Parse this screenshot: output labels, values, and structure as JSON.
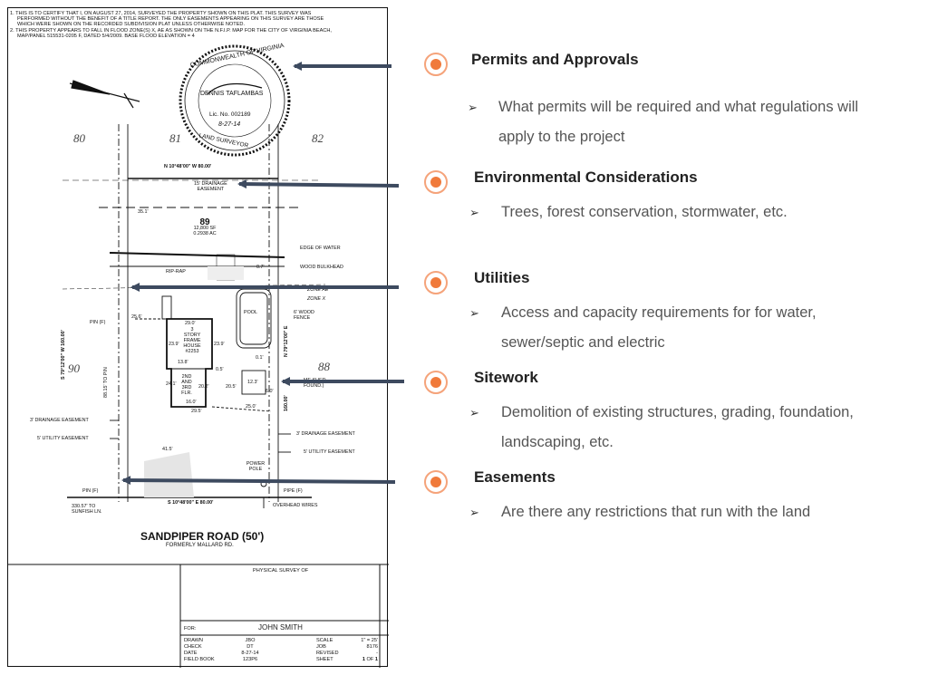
{
  "notes": {
    "n1_l1": "1.  THIS IS TO CERTIFY THAT I, ON AUGUST 27, 2014, SURVEYED THE PROPERTY SHOWN ON THIS PLAT. THIS SURVEY WAS",
    "n1_l2": "PERFORMED WITHOUT THE BENEFIT OF A TITLE REPORT.  THE ONLY EASEMENTS APPEARING ON THIS SURVEY ARE THOSE",
    "n1_l3": "WHICH WERE SHOWN ON THE RECORDED SUBDIVISION PLAT UNLESS OTHERWISE NOTED.",
    "n2_l1": "2.  THIS PROPERTY APPEARS TO FALL IN FLOOD ZONE(S) X, AE AS SHOWN ON THE N.F.I.P. MAP FOR THE CITY OF VIRGINIA BEACH,",
    "n2_l2": "MAP/PANEL 515531-0205 F, DATED 5/4/2009.  BASE FLOOD ELEVATION = 4"
  },
  "seal": {
    "top_arc": "COMMONWEALTH OF VIRGINIA",
    "name": "DENNIS TAFLAMBAS",
    "lic": "Lic. No. 002189",
    "date": "8-27-14",
    "bottom_arc": "LAND SURVEYOR"
  },
  "lots": {
    "l80": "80",
    "l81": "81",
    "l82": "82",
    "l90": "90",
    "l88": "88"
  },
  "bearings": {
    "north": "N 10°48'00\" W  80.00'",
    "south": "S 10°48'00\" E  80.00'",
    "west": "S 79°12'00\" W  160.00'",
    "east_a": "N 79°12'00\" E",
    "east_b": "160.00'",
    "west_dim": "88.15' TO PIN"
  },
  "plat_labels": {
    "drainage15_a": "15' DRAINAGE",
    "drainage15_b": "EASEMENT",
    "dim351": "35.1'",
    "lot_no": "89",
    "area_sf": "12,800 SF",
    "area_ac": "0.2938 AC",
    "edge_water": "EDGE OF WATER",
    "wood_bulkhead": "WOOD BULKHEAD",
    "rip_rap": "RIP-RAP",
    "d07": "0.7'",
    "zone_ae": "ZONE AE",
    "zone_x": "ZONE X",
    "pool": "POOL",
    "wood_fence_a": "6' WOOD",
    "wood_fence_b": "FENCE",
    "pin_f_top": "PIN (F)",
    "d256": "25.6'",
    "d290": "29.0'",
    "house_a": "3",
    "house_b": "STORY",
    "house_c": "FRAME",
    "house_d": "HOUSE",
    "house_e": "#2253",
    "d239a": "23.9'",
    "d239b": "23.9'",
    "d138": "13.8'",
    "d05": "0.5'",
    "d01": "0.1'",
    "flr_a": "2ND",
    "flr_b": "AND",
    "flr_c": "3RD",
    "flr_d": "FLR.",
    "d241": "24.1'",
    "d202": "20.2'",
    "d205": "20.5'",
    "d160": "16.0'",
    "d295": "29.5'",
    "d250": "25.0'",
    "d60": "6.0'",
    "d123": "12.3'",
    "shed_a": "ME SHED",
    "shed_b": "FOUND.)",
    "drain3_l": "3' DRAINAGE EASEMENT",
    "util5_l": "5' UTILITY EASEMENT",
    "drain3_r": "3' DRAINAGE EASEMENT",
    "util5_r": "5' UTILITY EASEMENT",
    "d415": "41.5'",
    "power_a": "POWER",
    "power_b": "POLE",
    "pin_f_bot": "PIN (F)",
    "pipe_f": "PIPE (F)",
    "overhead": "OVERHEAD WIRES",
    "to_sunfish_a": "330.57' TO",
    "to_sunfish_b": "SUNFISH LN."
  },
  "road": {
    "name": "SANDPIPER ROAD (50')",
    "former": "FORMERLY MALLARD RD."
  },
  "title_block": {
    "heading": "PHYSICAL SURVEY OF",
    "for_label": "FOR:",
    "client": "JOHN SMITH",
    "drawn_l": "DRAWN",
    "drawn_v": "JBO",
    "check_l": "CHECK",
    "check_v": "DT",
    "date_l": "DATE",
    "date_v": "8-27-14",
    "fieldbook_l": "FIELD BOOK",
    "fieldbook_v": "123P6",
    "scale_l": "SCALE",
    "scale_v": "1\" = 25'",
    "job_l": "JOB",
    "job_v": "8176",
    "revised_l": "REVISED",
    "revised_v": "-",
    "sheet_l": "SHEET",
    "sheet_v1": "1",
    "sheet_of": "OF",
    "sheet_v2": "1"
  },
  "items": [
    {
      "title": "Permits and Approvals",
      "desc1": "What permits will be required and what regulations will",
      "desc2": "apply to the project"
    },
    {
      "title": "Environmental Considerations",
      "desc1": "Trees, forest conservation, stormwater, etc.",
      "desc2": ""
    },
    {
      "title": "Utilities",
      "desc1": "Access and capacity requirements for for water,",
      "desc2": "sewer/septic and electric"
    },
    {
      "title": "Sitework",
      "desc1": "Demolition of existing structures, grading, foundation,",
      "desc2": "landscaping, etc."
    },
    {
      "title": "Easements",
      "desc1": "Are there any restrictions that run with the land",
      "desc2": ""
    }
  ],
  "colors": {
    "arrow": "#3d4a5f",
    "bullet_outer": "#f5a37a",
    "bullet_inner": "#f07a3b"
  },
  "icons": {
    "bullet": "orange-circle-bullet-icon",
    "sub_bullet": "arrowhead-bullet-icon",
    "arrow": "pointer-arrow-icon"
  }
}
